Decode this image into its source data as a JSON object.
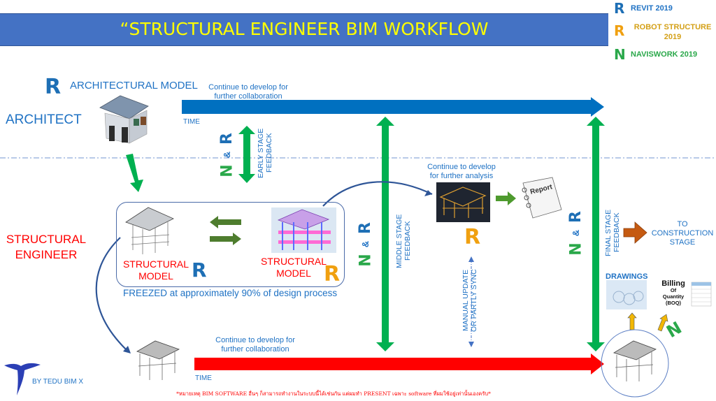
{
  "header": {
    "title": "“STRUCTURAL ENGINEER BIM WORKFLOW",
    "bar_color": "#4472c4",
    "title_color": "#ffff00"
  },
  "legend": [
    {
      "icon": "revit-icon",
      "letter": "R",
      "label": "REVIT 2019",
      "color": "#1f72c4"
    },
    {
      "icon": "robot-structure-icon",
      "letter": "R",
      "label_line1": "ROBOT STRUCTURE",
      "label_line2": "2019",
      "color": "#d4a017"
    },
    {
      "icon": "naviswork-icon",
      "letter": "N",
      "label": "NAVISWORK 2019",
      "color": "#2aa84a"
    }
  ],
  "architect": {
    "role_label": "ARCHITECT",
    "model_label": "ARCHITECTURAL MODEL",
    "model_icon_letter": "R",
    "timeline_caption_line1": "Continue to develop for",
    "timeline_caption_line2": "further collaboration",
    "time_label": "TIME",
    "timeline_color": "#0070c0"
  },
  "feedback": {
    "early": {
      "line1": "EARLY STAGE",
      "line2": "FEEDBACK",
      "badge_top": "R",
      "badge_mid": "&",
      "badge_bottom": "N"
    },
    "middle": {
      "line1": "MIDDLE STAGE",
      "line2": "FEEDBACK",
      "badge_top": "R",
      "badge_mid": "&",
      "badge_bottom": "N"
    },
    "final": {
      "line1": "FINAL  STAGE",
      "line2": "FEEDBACK",
      "badge_top": "R",
      "badge_mid": "&",
      "badge_bottom": "N"
    },
    "arrow_color": "#00b050"
  },
  "structural": {
    "role_label_line1": "STRUCTURAL",
    "role_label_line2": "ENGINEER",
    "model_left_line1": "STRUCTURAL",
    "model_left_line2": "MODEL",
    "model_left_icon": "R",
    "model_right_line1": "STRUCTURAL",
    "model_right_line2": "MODEL",
    "model_right_icon": "R",
    "freeze_note": "FREEZED at approximately 90% of design process",
    "analysis_caption_line1": "Continue to develop",
    "analysis_caption_line2": "for further analysis",
    "analysis_icon": "R",
    "report_label": "Report",
    "sync_line1": "MANUAL UPDATE",
    "sync_line2": "OR PARTLY SYNC",
    "timeline_caption_line1": "Continue to develop for",
    "timeline_caption_line2": "further collaboration",
    "time_label": "TIME",
    "timeline_color": "#ff0000"
  },
  "outputs": {
    "construction_line1": "TO",
    "construction_line2": "CONSTRUCTION",
    "construction_line3": "STAGE",
    "drawings_label": "DRAWINGS",
    "boq_line1": "Billing",
    "boq_line2": "Of",
    "boq_line3": "Quantity",
    "boq_line4": "(BOQ)",
    "boq_icon": "N"
  },
  "footer": {
    "brand": "BY TEDU BIM X",
    "note": "*หมายเหตุ BIM SOFTWARE อื่นๆ ก็สามารถทำงานในระบบนี้ได้เช่นกัน แต่ผมทำ PRESENT เฉพาะ software ที่ผมใช้อยู่เท่านั้นเองครับ*"
  }
}
